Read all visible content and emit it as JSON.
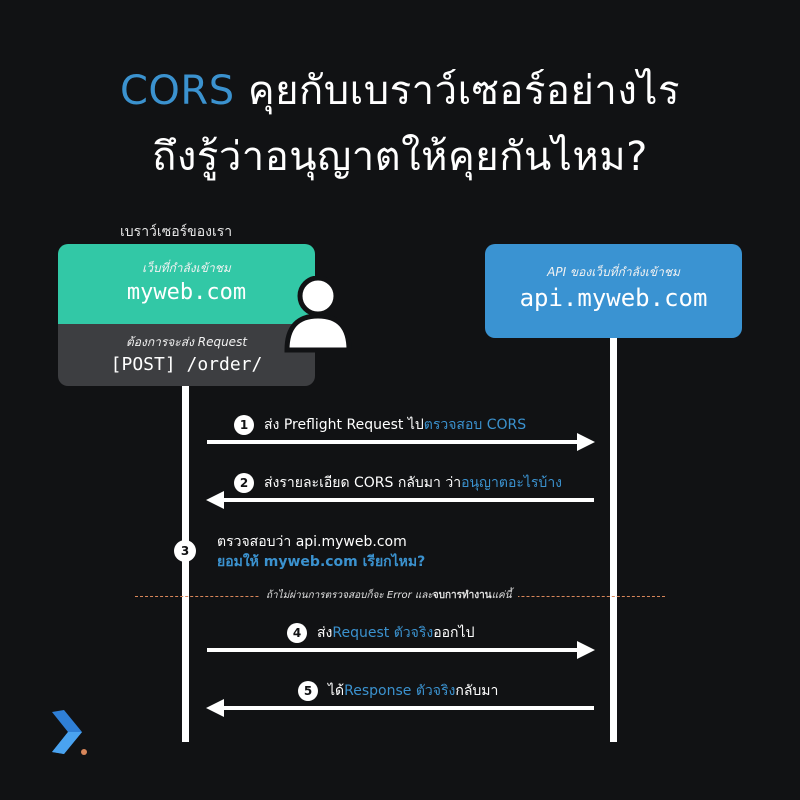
{
  "title": {
    "line1_accent": "CORS",
    "line1_rest": " คุยกับเบราว์เซอร์อย่างไร",
    "line2": "ถึงรู้ว่าอนุญาตให้คุยกันไหม?"
  },
  "browser": {
    "caption": "เบราว์เซอร์ของเรา",
    "site_caption": "เว็บที่กำลังเข้าชม",
    "site_domain": "myweb.com",
    "request_caption": "ต้องการจะส่ง Request",
    "request_value": "[POST] /order/"
  },
  "api": {
    "caption": "API ของเว็บที่กำลังเข้าชม",
    "domain": "api.myweb.com"
  },
  "steps": [
    {
      "num": "1",
      "text": "ส่ง Preflight Request ไป",
      "highlight": "ตรวจสอบ CORS",
      "after": "",
      "direction": "right"
    },
    {
      "num": "2",
      "text": "ส่งรายละเอียด CORS กลับมา ว่า",
      "highlight": "อนุญาตอะไรบ้าง",
      "after": "",
      "direction": "left"
    },
    {
      "num": "3",
      "text": "ตรวจสอบว่า api.myweb.com",
      "highlight": "ยอมให้ myweb.com เรียกไหม?",
      "after": "",
      "direction": "none"
    },
    {
      "num": "4",
      "text": "ส่ง ",
      "highlight": "Request ตัวจริง",
      "after": "ออกไป",
      "direction": "right"
    },
    {
      "num": "5",
      "text": "ได้ ",
      "highlight": "Response ตัวจริง",
      "after": "กลับมา",
      "direction": "left"
    }
  ],
  "divider_note": {
    "text": "ถ้าไม่ผ่านการตรวจสอบก็จะ Error และ",
    "bold": "จบการทำงาน",
    "after": "แค่นี้"
  },
  "colors": {
    "background": "#111214",
    "accent_blue": "#3b92cf",
    "teal": "#32c8a6",
    "dark_card": "#3d3e41",
    "api_blue": "#3a93d2",
    "dash": "#d8865a"
  },
  "icons": [
    "person-icon",
    "arrow-right-icon",
    "arrow-left-icon",
    "brand-logo-icon"
  ]
}
